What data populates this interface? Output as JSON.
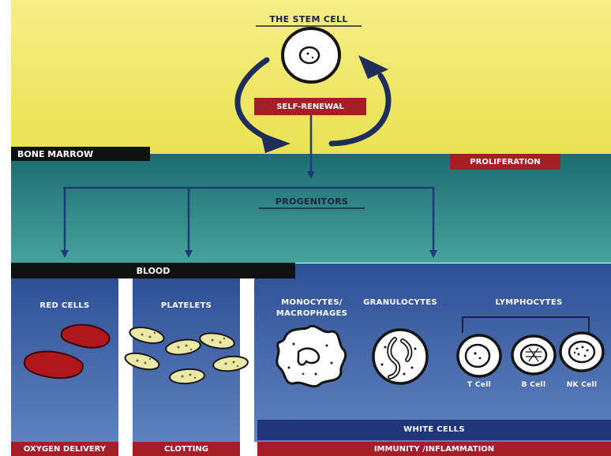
{
  "title": "THE STEM CELL",
  "self_renewal": "SELF-RENEWAL",
  "bone_marrow": "BONE MARROW",
  "proliferation": "PROLIFERATION",
  "progenitors": "PROGENITORS",
  "blood": "BLOOD",
  "columns": {
    "red_cells": "RED CELLS",
    "platelets": "PLATELETS",
    "monocytes_line1": "MONOCYTES/",
    "monocytes_line2": "MACROPHAGES",
    "granulocytes": "GRANULOCYTES",
    "lymphocytes": "LYMPHOCYTES",
    "t_cell": "T Cell",
    "b_cell": "B Cell",
    "nk_cell": "NK Cell"
  },
  "white_cells": "WHITE CELLS",
  "functions": {
    "oxygen": "OXYGEN DELIVERY",
    "clotting": "CLOTTING",
    "immunity": "IMMUNITY /INFLAMMATION"
  },
  "colors": {
    "yellow": "#f1ea62",
    "teal": "#2f8a86",
    "blue": "#3c5ea4",
    "red_label": "#a51d25",
    "red_cell": "#b0171c"
  }
}
